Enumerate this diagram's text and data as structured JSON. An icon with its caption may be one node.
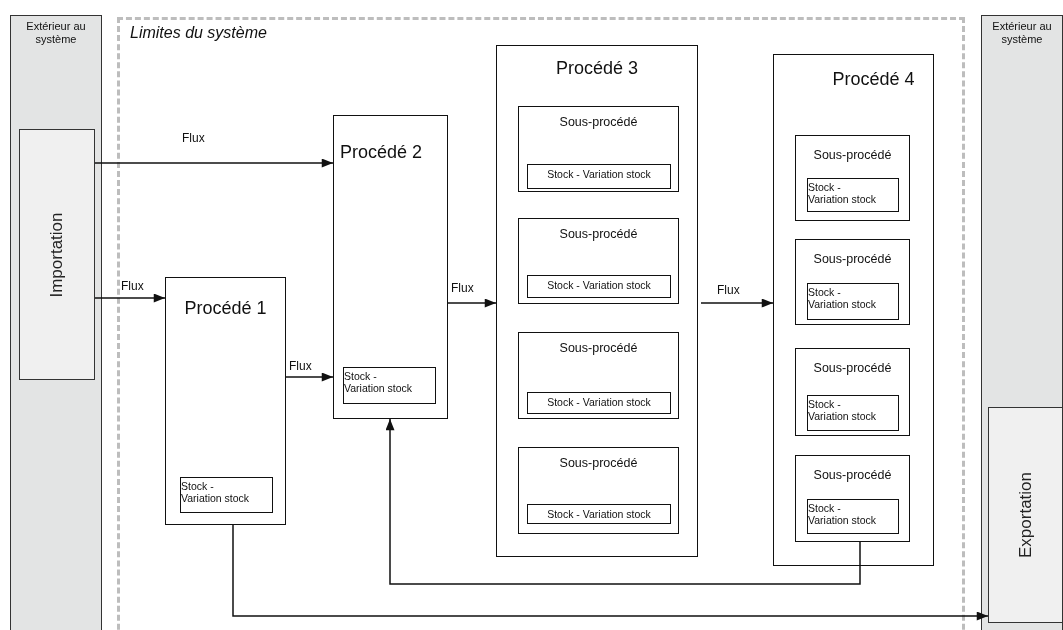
{
  "diagram": {
    "nodes": [
      {
        "text": [
          "Extérieur au système"
        ]
      },
      {
        "text": [
          "Importation"
        ],
        "in": 0
      },
      {
        "text": [
          "Limites du système"
        ]
      },
      {
        "text": [
          "Procédé 1"
        ],
        "in": 2
      },
      {
        "text": [
          "Stock - Variation stock"
        ],
        "in": 3
      },
      {
        "text": [
          "Procédé 2"
        ],
        "in": 2
      },
      {
        "text": [
          "Stock - Variation stock"
        ],
        "in": 5
      },
      {
        "text": [
          "Procédé 3"
        ],
        "in": 2
      },
      {
        "text": [
          "Sous-procédé"
        ],
        "in": 7
      },
      {
        "text": [
          "Stock - Variation stock"
        ],
        "in": 8
      },
      {
        "text": [
          "Sous-procédé"
        ],
        "in": 7
      },
      {
        "text": [
          "Stock - Variation stock"
        ],
        "in": 10
      },
      {
        "text": [
          "Sous-procédé"
        ],
        "in": 7
      },
      {
        "text": [
          "Stock - Variation stock"
        ],
        "in": 12
      },
      {
        "text": [
          "Sous-procédé"
        ],
        "in": 7
      },
      {
        "text": [
          "Stock - Variation stock"
        ],
        "in": 14
      },
      {
        "text": [
          "Procédé 4"
        ],
        "in": 2
      },
      {
        "text": [
          "Sous-procédé"
        ],
        "in": 16
      },
      {
        "text": [
          "Stock - Variation stock"
        ],
        "in": 17
      },
      {
        "text": [
          "Sous-procédé"
        ],
        "in": 16
      },
      {
        "text": [
          "Stock - Variation stock"
        ],
        "in": 19
      },
      {
        "text": [
          "Sous-procédé"
        ],
        "in": 16
      },
      {
        "text": [
          "Stock - Variation stock"
        ],
        "in": 21
      },
      {
        "text": [
          "Sous-procédé"
        ],
        "in": 16
      },
      {
        "text": [
          "Stock - Variation stock"
        ],
        "in": 23
      },
      {
        "text": [
          "Extérieur au système"
        ]
      },
      {
        "text": [
          "Exportation"
        ],
        "in": 25
      }
    ],
    "edges": [
      {
        "from": 1,
        "to": 5,
        "arrow": "to",
        "label": "Flux"
      },
      {
        "from": 1,
        "to": 3,
        "arrow": "to",
        "label": "Flux"
      },
      {
        "from": 3,
        "to": 5,
        "arrow": "to",
        "label": "Flux"
      },
      {
        "from": 5,
        "to": 7,
        "arrow": "to",
        "label": "Flux"
      },
      {
        "from": 7,
        "to": 16,
        "arrow": "to",
        "label": "Flux"
      },
      {
        "from": 23,
        "to": 5,
        "arrow": "to"
      },
      {
        "from": 3,
        "to": 26,
        "arrow": "to"
      }
    ]
  }
}
